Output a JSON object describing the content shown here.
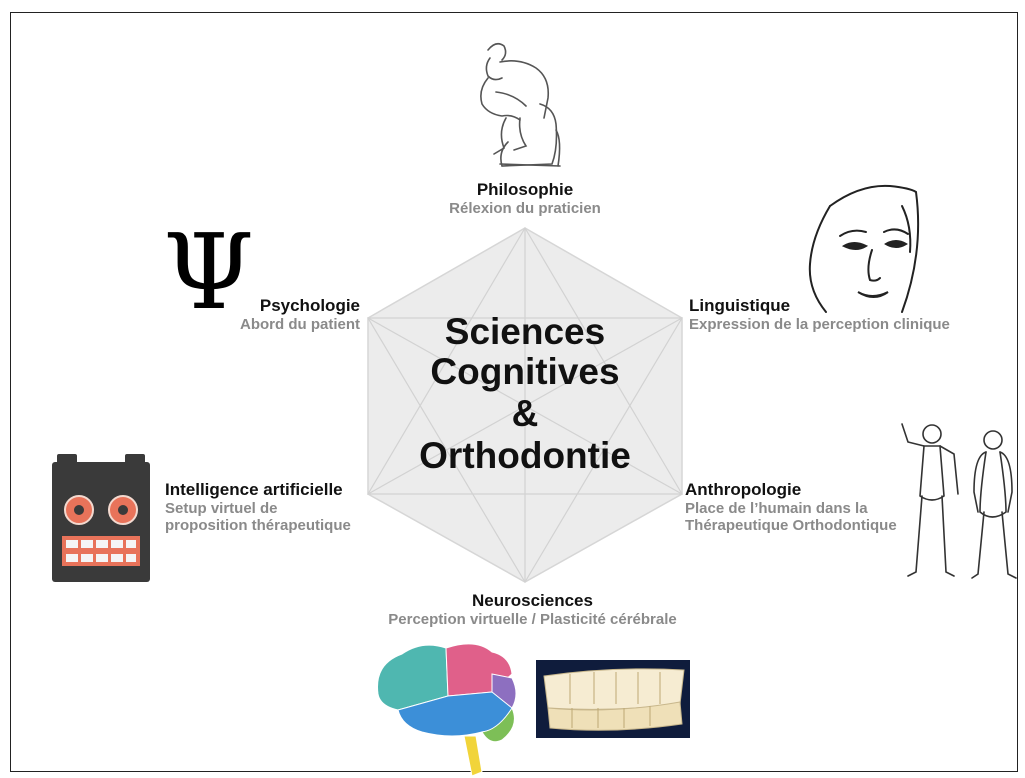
{
  "center": {
    "line1": "Sciences",
    "line2": "Cognitives",
    "line3": "&",
    "line4": "Orthodontie"
  },
  "nodes": {
    "philosophie": {
      "title": "Philosophie",
      "subtitle": "Rélexion du praticien",
      "icon": "thinker-statue-icon"
    },
    "psychologie": {
      "title": "Psychologie",
      "subtitle": "Abord du patient",
      "icon": "psi-icon",
      "symbol": "Ψ"
    },
    "linguistique": {
      "title": "Linguistique",
      "subtitle": "Expression de la perception clinique",
      "icon": "face-sketch-icon"
    },
    "intelligence": {
      "title": "Intelligence artificielle",
      "subtitle1": "Setup virtuel de",
      "subtitle2": "proposition thérapeutique",
      "icon": "robot-icon"
    },
    "anthropologie": {
      "title": "Anthropologie",
      "subtitle1": "Place de l’humain dans la",
      "subtitle2": "Thérapeutique Orthodontique",
      "icon": "human-figures-icon"
    },
    "neurosciences": {
      "title": "Neurosciences",
      "subtitle": "Perception virtuelle / Plasticité cérébrale",
      "icon": "brain-icon",
      "icon2": "teeth-model-icon"
    }
  },
  "colors": {
    "hexagon_fill": "#ececec",
    "hexagon_stroke": "#d6d6d6",
    "title": "#111111",
    "subtitle": "#8a8a8a",
    "robot_body": "#3a3a3a",
    "robot_eye": "#e8735a",
    "brain_blue": "#3c8fd8",
    "brain_pink": "#e0608a",
    "brain_teal": "#4fb7b0",
    "brain_yellow": "#f1d43a",
    "brain_green": "#7dbf57",
    "brain_purple": "#8d6fc0"
  }
}
